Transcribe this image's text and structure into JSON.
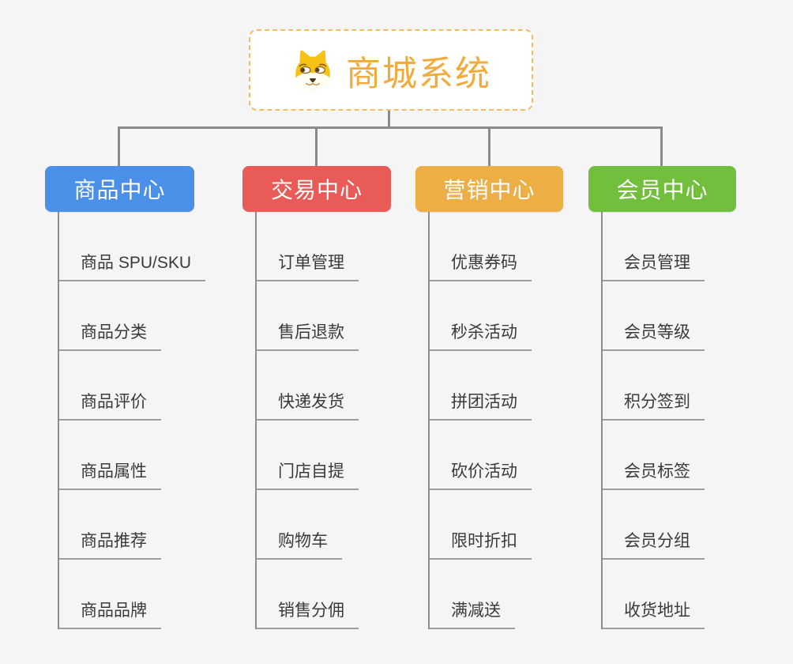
{
  "page": {
    "background": "#f5f5f6",
    "connector_color": "#8a8a8a"
  },
  "root": {
    "title": "商城系统",
    "icon": "dog-face-icon",
    "text_color": "#f2ab3a",
    "border_color": "#f3bc62"
  },
  "branches": [
    {
      "label": "商品中心",
      "color": "#4a8fe8",
      "children": [
        "商品 SPU/SKU",
        "商品分类",
        "商品评价",
        "商品属性",
        "商品推荐",
        "商品品牌"
      ]
    },
    {
      "label": "交易中心",
      "color": "#e85b56",
      "children": [
        "订单管理",
        "售后退款",
        "快递发货",
        "门店自提",
        "购物车",
        "销售分佣"
      ]
    },
    {
      "label": "营销中心",
      "color": "#ecae45",
      "children": [
        "优惠券码",
        "秒杀活动",
        "拼团活动",
        "砍价活动",
        "限时折扣",
        "满减送"
      ]
    },
    {
      "label": "会员中心",
      "color": "#71bf3d",
      "children": [
        "会员管理",
        "会员等级",
        "积分签到",
        "会员标签",
        "会员分组",
        "收货地址"
      ]
    }
  ]
}
